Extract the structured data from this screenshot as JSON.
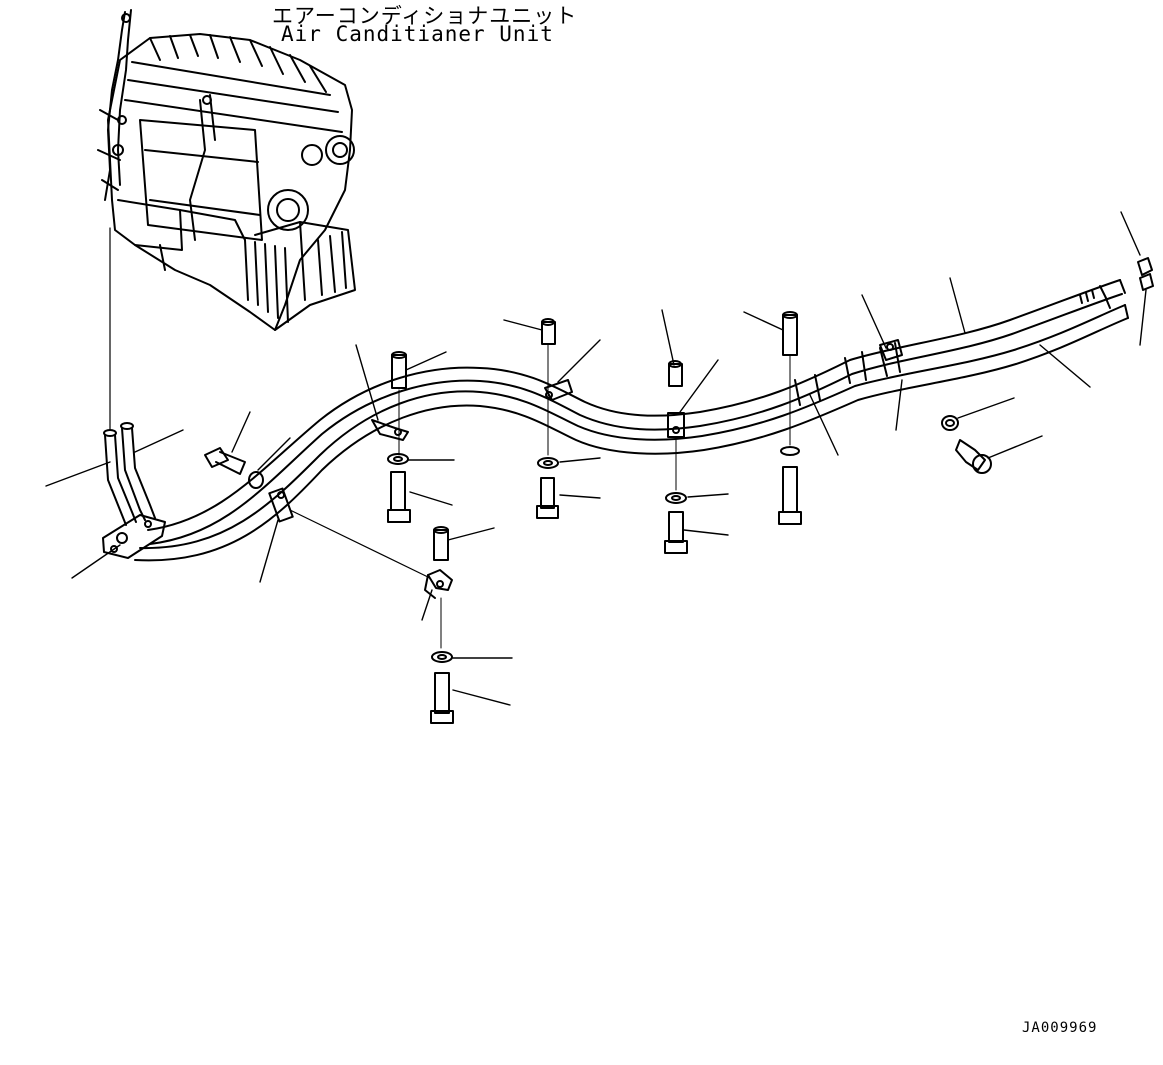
{
  "title": {
    "japanese": "エアーコンディショナユニット",
    "english": "Air Canditianer Unit"
  },
  "figure_code": "JA009969",
  "colors": {
    "line": "#000000",
    "background": "#ffffff"
  }
}
